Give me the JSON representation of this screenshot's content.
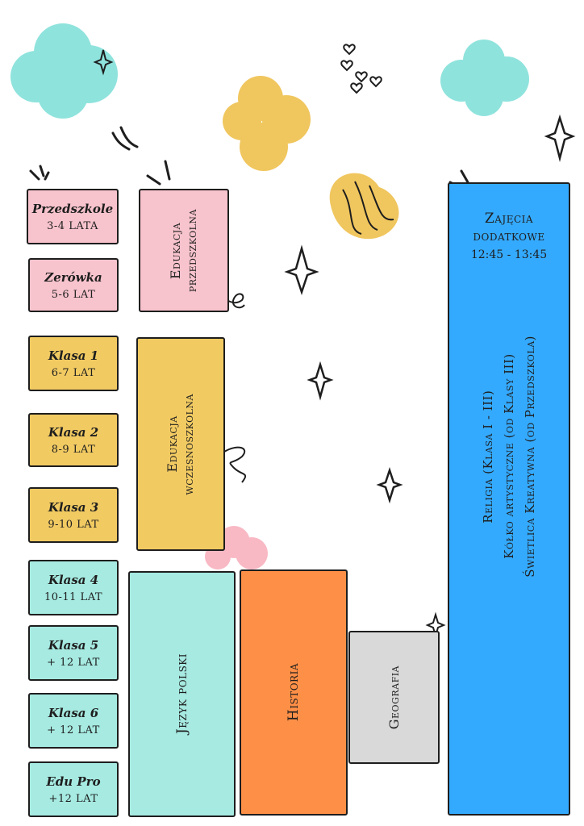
{
  "grades": [
    {
      "title": "Przedszkole",
      "age": "3-4 LATA"
    },
    {
      "title": "Zerówka",
      "age": "5-6 LAT"
    },
    {
      "title": "Klasa 1",
      "age": "6-7 LAT"
    },
    {
      "title": "Klasa 2",
      "age": "8-9 LAT"
    },
    {
      "title": "Klasa 3",
      "age": "9-10 LAT"
    },
    {
      "title": "Klasa 4",
      "age": "10-11 LAT"
    },
    {
      "title": "Klasa 5",
      "age": "+ 12 LAT"
    },
    {
      "title": "Klasa 6",
      "age": "+ 12 LAT"
    },
    {
      "title": "Edu Pro",
      "age": "+12 LAT"
    }
  ],
  "levels": {
    "preschool": {
      "line1": "Edukacja",
      "line2": "przedszkolna"
    },
    "early": {
      "line1": "Edukacja",
      "line2": "wczesnoszkolna"
    }
  },
  "subjects": {
    "polish": "Język polski",
    "history": "Historia",
    "geography": "Geografia"
  },
  "extra": {
    "title_line1": "Zajęcia",
    "title_line2": "dodatkowe",
    "hours": "12:45 - 13:45",
    "items": [
      "Religia (Klasa I - III)",
      "Kółko artystyczne (od Klasy III)",
      "Świetlica Kreatywna (od Przedszkola)"
    ]
  },
  "colors": {
    "pink": "#f7c3cc",
    "yellow": "#f1ca62",
    "teal": "#a6eae1",
    "orange": "#fe8f47",
    "grey": "#d9d9d9",
    "blue": "#34aaff",
    "cloud_teal": "#8fe3dd",
    "cloud_yellow": "#f0c65e",
    "cloud_pink": "#f8b8c4"
  }
}
